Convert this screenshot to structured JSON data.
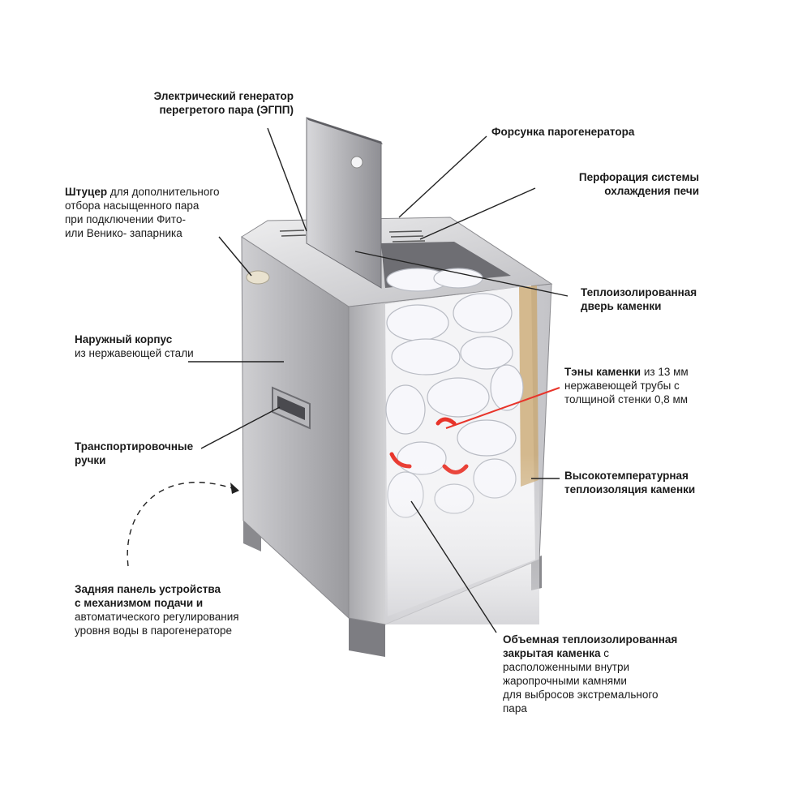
{
  "labels": {
    "egpp": {
      "l1": "Электрический генератор",
      "l2": "перегретого пара (ЭГПП)"
    },
    "fitting": {
      "bold": "Штуцер",
      "l1rest": " для дополнительного",
      "l2": "отбора насыщенного пара",
      "l3": "при подключении Фито-",
      "l4": "или Венико- запарника"
    },
    "nozzle": {
      "l1": "Форсунка парогенератора"
    },
    "perforation": {
      "l1": "Перфорация системы",
      "l2": "охлаждения печи"
    },
    "door": {
      "l1": "Теплоизолированная",
      "l2": "дверь каменки"
    },
    "body": {
      "l1": "Наружный корпус",
      "l2": "из нержавеющей стали"
    },
    "heaters": {
      "bold": "Тэны каменки",
      "l1rest": " из 13 мм",
      "l2": "нержавеющей трубы с",
      "l3": "толщиной стенки 0,8 мм"
    },
    "handles": {
      "l1": "Транспортировочные",
      "l2": "ручки"
    },
    "insulation": {
      "l1": "Высокотемпературная",
      "l2": "теплоизоляция каменки"
    },
    "back": {
      "l1": "Задняя панель устройства",
      "l2": "с механизмом подачи и",
      "l3": "автоматического регулирования",
      "l4": "уровня воды в парогенераторе"
    },
    "stones": {
      "l1": "Объемная теплоизолированная",
      "l2bold": "закрытая каменка",
      "l2rest": " с",
      "l3": "расположенными внутри",
      "l4": "жаропрочными камнями",
      "l5": "для выбросов экстремального",
      "l6": "пара"
    }
  },
  "colors": {
    "steel_light": "#d9d9db",
    "steel_dark": "#8e8e92",
    "heater": "#e8342a",
    "leader": "#222222",
    "insulation": "#c9a66b"
  }
}
